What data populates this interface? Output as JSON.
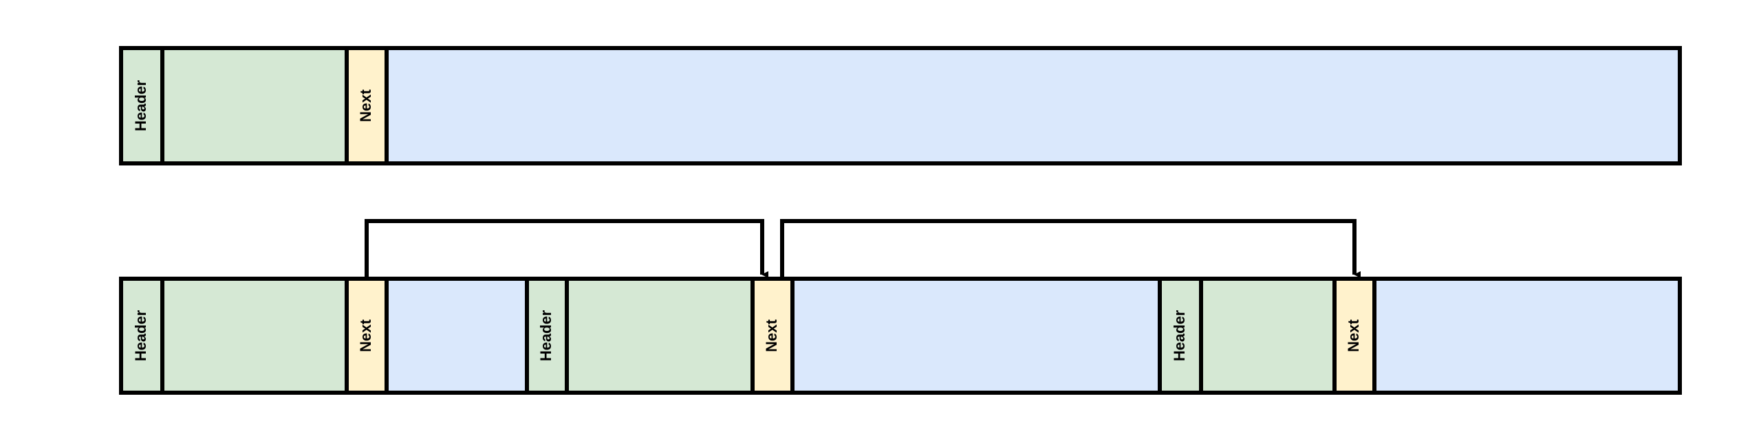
{
  "colors": {
    "header": "#d5e8d4",
    "data": "#d5e8d4",
    "next": "#fff2cc",
    "free": "#dae8fc",
    "stroke": "#000000"
  },
  "labels": {
    "header": "Header",
    "next": "Next"
  },
  "rows": [
    {
      "name": "memory-row-top",
      "segments": [
        {
          "kind": "header",
          "label": "Header"
        },
        {
          "kind": "data",
          "label": ""
        },
        {
          "kind": "next",
          "label": "Next"
        },
        {
          "kind": "free",
          "label": ""
        }
      ]
    },
    {
      "name": "memory-row-bottom",
      "segments": [
        {
          "kind": "header",
          "label": "Header"
        },
        {
          "kind": "data",
          "label": ""
        },
        {
          "kind": "next",
          "label": "Next"
        },
        {
          "kind": "free",
          "label": ""
        },
        {
          "kind": "header",
          "label": "Header"
        },
        {
          "kind": "data",
          "label": ""
        },
        {
          "kind": "next",
          "label": "Next"
        },
        {
          "kind": "free",
          "label": ""
        },
        {
          "kind": "header",
          "label": "Header"
        },
        {
          "kind": "data",
          "label": ""
        },
        {
          "kind": "next",
          "label": "Next"
        },
        {
          "kind": "free",
          "label": ""
        }
      ]
    }
  ],
  "links": [
    {
      "from": "next-1",
      "to": "next-2"
    },
    {
      "from": "next-2",
      "to": "next-3"
    }
  ]
}
